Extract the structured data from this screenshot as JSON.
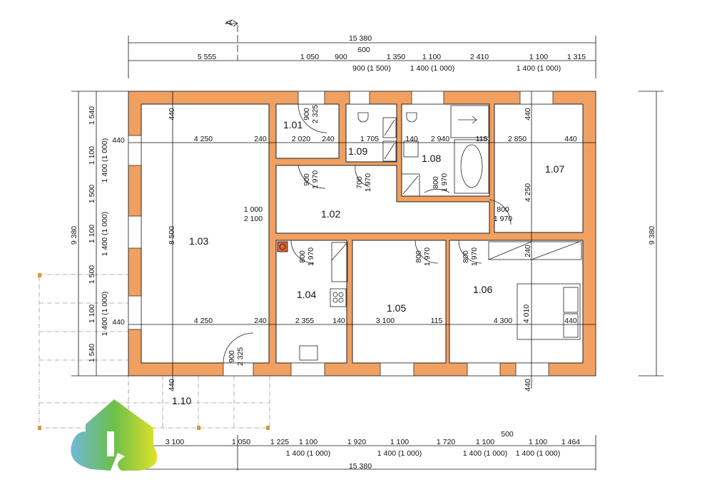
{
  "colors": {
    "wall": "#f0a060",
    "chimney": "#e2622a"
  },
  "section_mark": "A",
  "rooms": [
    "1.01",
    "1.02",
    "1.03",
    "1.04",
    "1.05",
    "1.06",
    "1.07",
    "1.08",
    "1.09",
    "1.10"
  ],
  "top": {
    "total": "15 380",
    "mid": "600",
    "row": [
      "5 555",
      "1 050",
      "900",
      "1 350",
      "1 100",
      "2 410",
      "1 100",
      "1 315"
    ],
    "windows": [
      "900 (1 500)",
      "1 400 (1 000)",
      "1 400 (1 000)"
    ]
  },
  "bottom": {
    "row": [
      "3 100",
      "1 050",
      "1 225",
      "1 100",
      "1 920",
      "1 100",
      "1 720",
      "1 100",
      "500",
      "1 100",
      "1 464"
    ],
    "windows": [
      "1 400 (1 000)",
      "1 400 (1 000)",
      "1 400 (1 000)",
      "1 400 (1 000)"
    ],
    "total": "15 380"
  },
  "left": {
    "total": "9 380",
    "row": [
      "1 540",
      "1 100",
      "1 500",
      "1 100",
      "1 500",
      "1 100",
      "1 540"
    ],
    "windows": [
      "1 400 (1 000)",
      "1 400 (1 000)",
      "1 400 (1 000)"
    ],
    "wall_top": "440",
    "wall_bottom": "440"
  },
  "right": {
    "total": "9 380"
  },
  "interior": {
    "upper": [
      "4 250",
      "240",
      "2 020",
      "240",
      "1 705",
      "140",
      "2 940",
      "115",
      "2 850",
      "440"
    ],
    "lower": [
      "4 250",
      "240",
      "2 355",
      "140",
      "3 100",
      "115",
      "4 300",
      "440"
    ],
    "vertical": [
      "440",
      "8 500",
      "440",
      "440",
      "4 250",
      "240",
      "4 010",
      "440"
    ]
  },
  "doors": [
    {
      "w": "900",
      "h": "2 325"
    },
    {
      "w": "900",
      "h": "1 970"
    },
    {
      "w": "700",
      "h": "1 970"
    },
    {
      "w": "800",
      "h": "1 970"
    },
    {
      "w": "800",
      "h": "1 970"
    },
    {
      "w": "800",
      "h": "1 970"
    },
    {
      "w": "800",
      "h": "1 970"
    },
    {
      "w": "900",
      "h": "2 325"
    },
    {
      "w": "1 000",
      "h": "2 100"
    },
    {
      "w": "800",
      "h": "1 970"
    }
  ]
}
